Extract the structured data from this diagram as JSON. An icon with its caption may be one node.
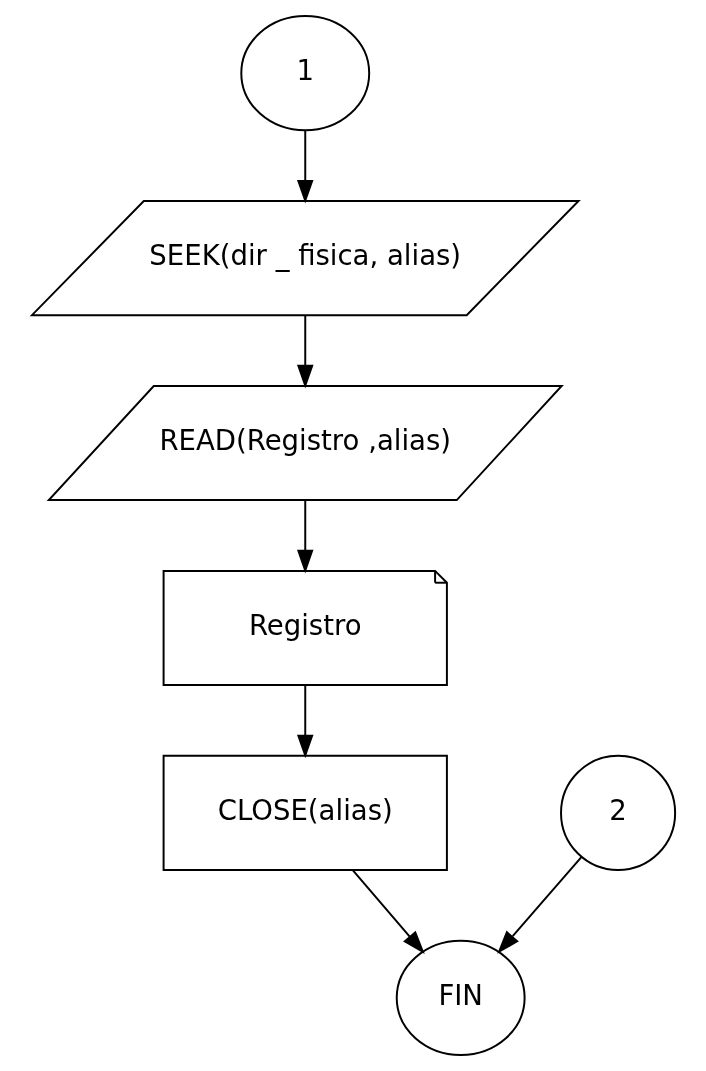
{
  "diagram": {
    "nodes": [
      {
        "text": [
          "1"
        ]
      },
      {
        "text": [
          "SEEK(dir _ fisica, alias)"
        ]
      },
      {
        "text": [
          "READ(Registro ,alias)"
        ]
      },
      {
        "text": [
          "Registro"
        ]
      },
      {
        "text": [
          "CLOSE(alias)"
        ]
      },
      {
        "text": [
          "2"
        ]
      },
      {
        "text": [
          "FIN"
        ]
      }
    ],
    "edges": [
      {
        "from": 0,
        "to": 1,
        "arrow": "to"
      },
      {
        "from": 1,
        "to": 2,
        "arrow": "to"
      },
      {
        "from": 2,
        "to": 3,
        "arrow": "to"
      },
      {
        "from": 3,
        "to": 4,
        "arrow": "to"
      },
      {
        "from": 4,
        "to": 6,
        "arrow": "to"
      },
      {
        "from": 5,
        "to": 6,
        "arrow": "to"
      }
    ]
  }
}
